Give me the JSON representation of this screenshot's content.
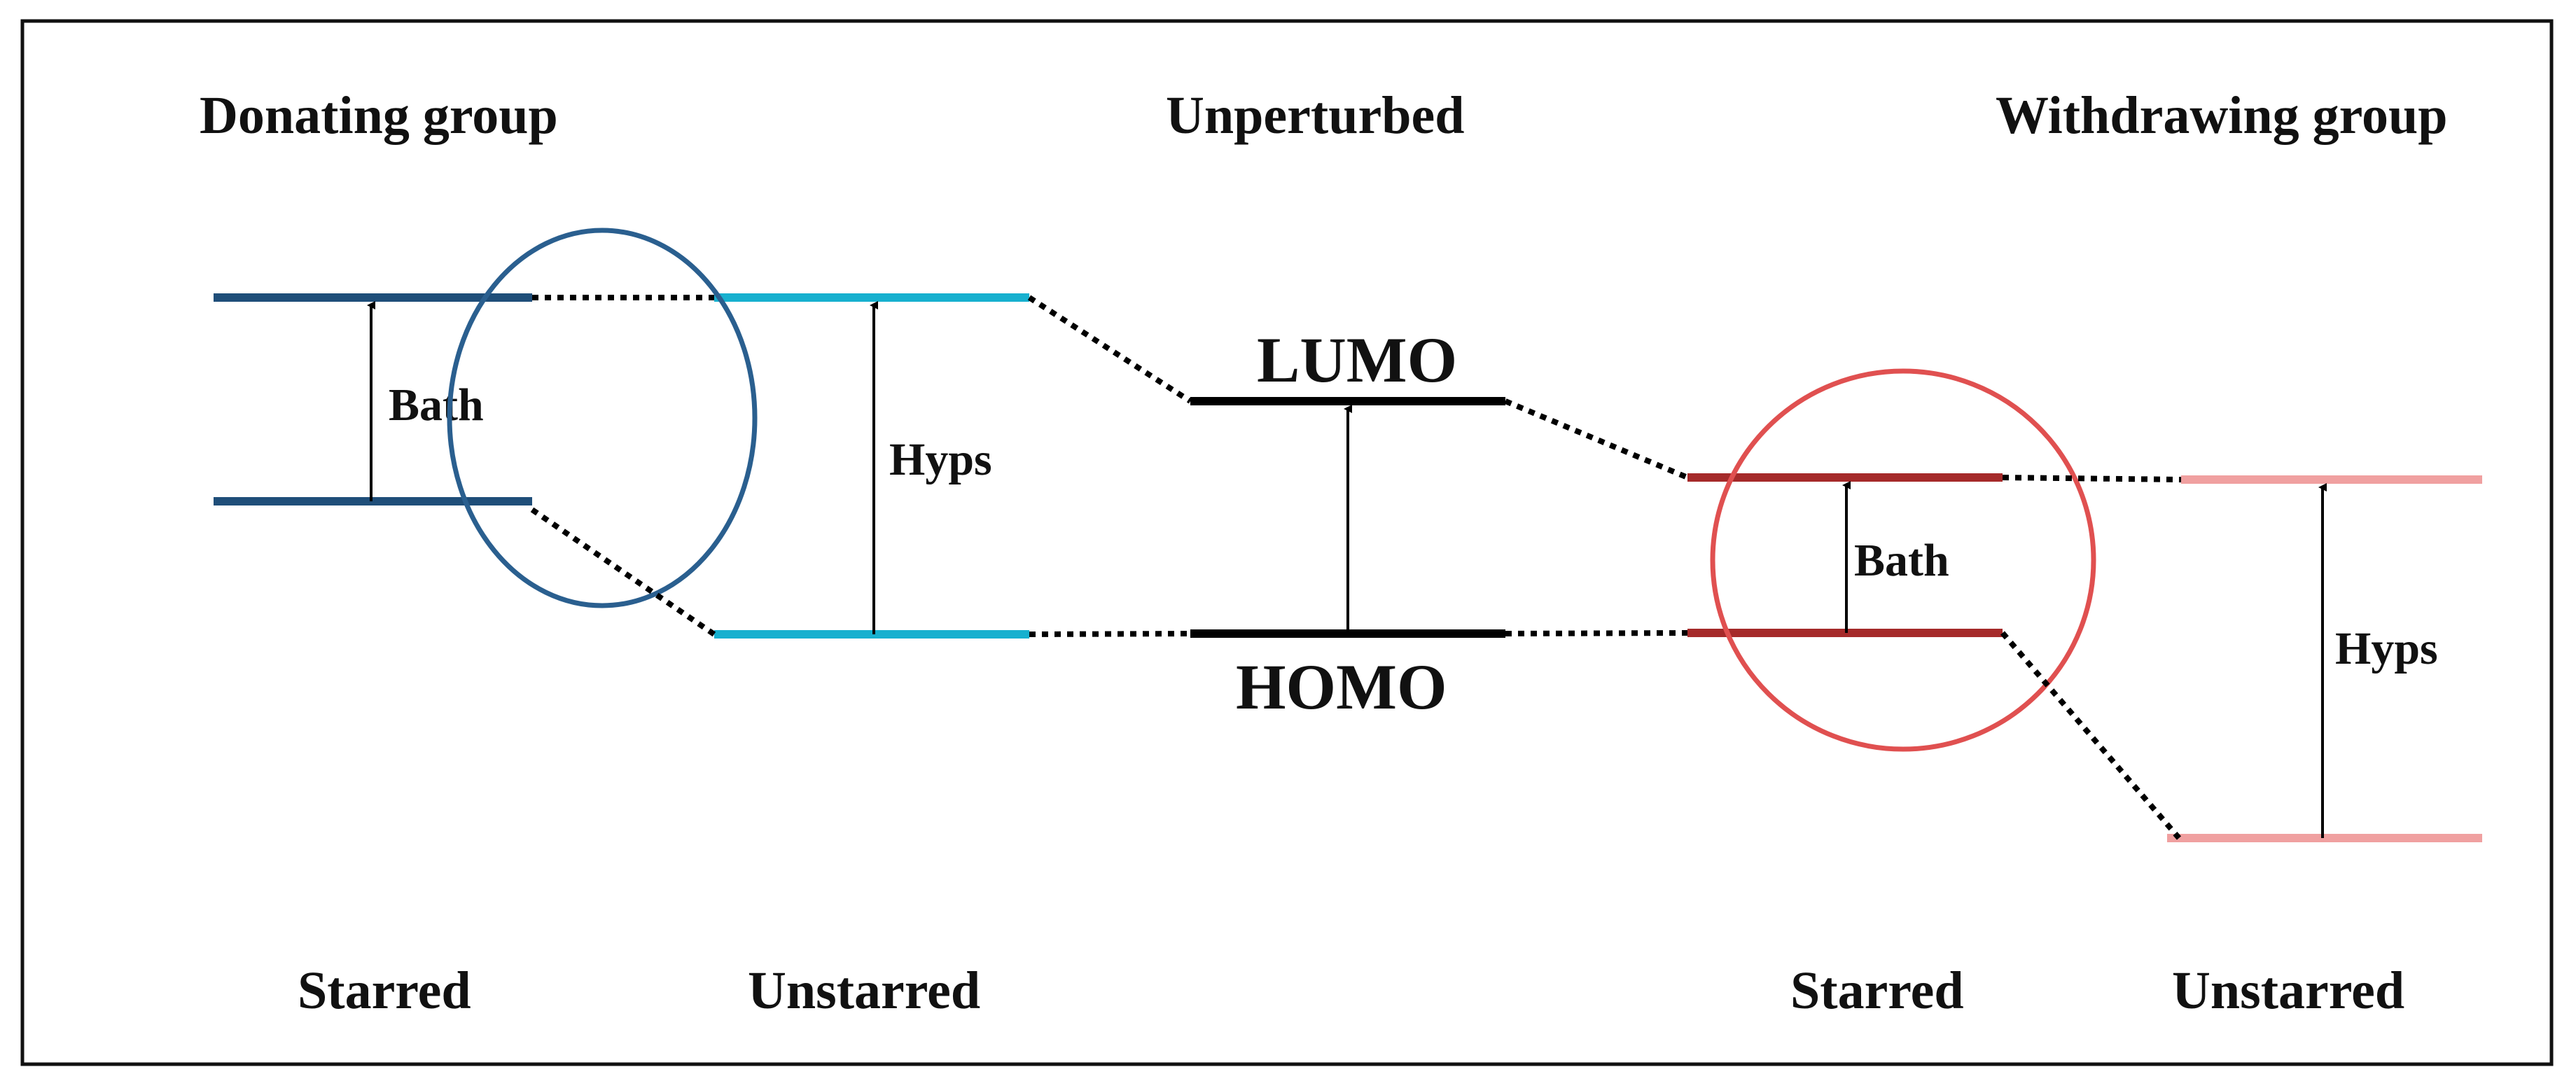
{
  "headers": {
    "donating": "Donating group",
    "unperturbed": "Unperturbed",
    "withdrawing": "Withdrawing group"
  },
  "levels": {
    "lumo": "LUMO",
    "homo": "HOMO"
  },
  "gap_labels": {
    "bath_left": "Bath",
    "hyps_left": "Hyps",
    "bath_right": "Bath",
    "hyps_right": "Hyps"
  },
  "bottom_labels": {
    "starred_left": "Starred",
    "unstarred_left": "Unstarred",
    "starred_right": "Starred",
    "unstarred_right": "Unstarred"
  },
  "colors": {
    "donating_starred": "#1f4e79",
    "donating_unstarred": "#17b0cf",
    "unperturbed": "#000000",
    "withdrawing_starred": "#a52a2a",
    "withdrawing_unstarred": "#f0a0a0",
    "donating_ellipse": "#2a5f8f",
    "withdrawing_ellipse": "#e05050"
  }
}
